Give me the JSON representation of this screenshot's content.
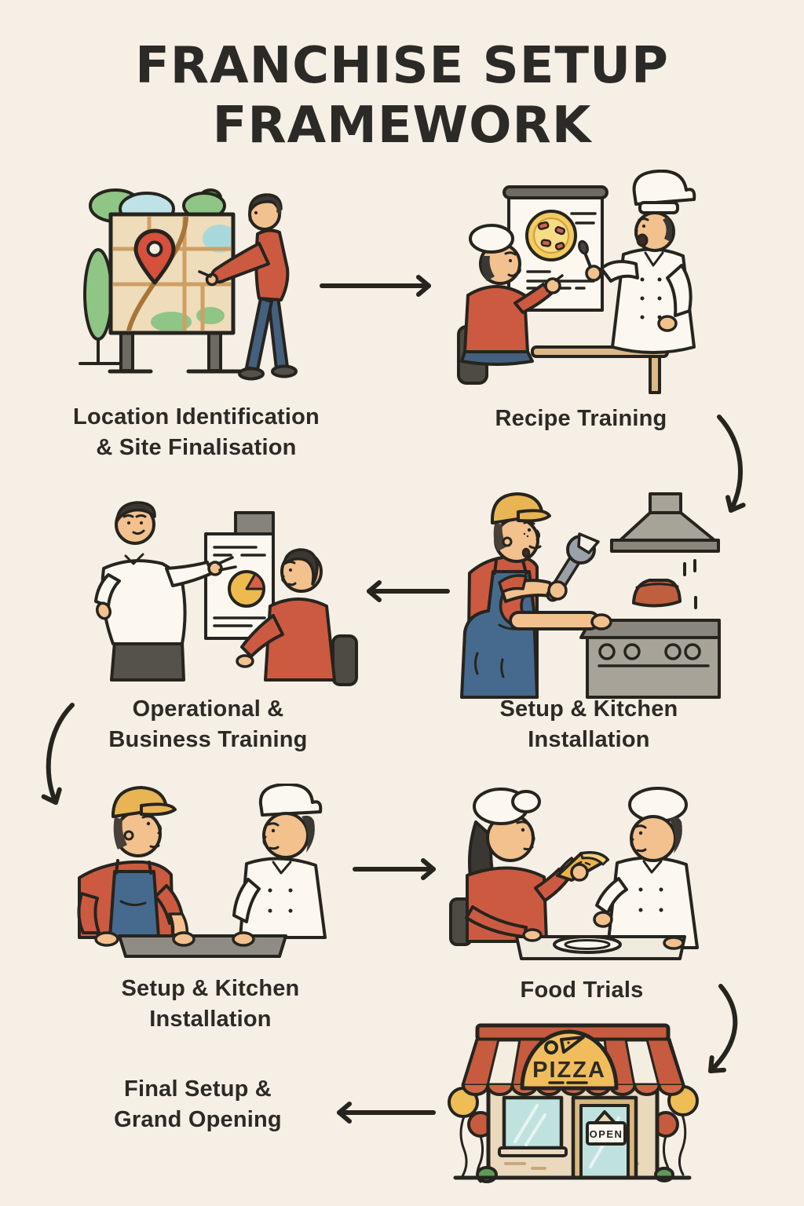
{
  "canvas": {
    "background": "#f6efe5",
    "ink": "#26241f"
  },
  "title": {
    "lines": [
      "FRANCHISE SETUP",
      "FRAMEWORK"
    ]
  },
  "steps": [
    {
      "id": "location-identification",
      "order": 1,
      "lines": [
        "Location Identification",
        "& Site Finalisation"
      ],
      "illustration": "man-pointing-at-map-board-with-location-pin"
    },
    {
      "id": "recipe-training",
      "order": 2,
      "lines": [
        "Recipe Training"
      ],
      "illustration": "chef-pointing-spoon-at-pizza-recipe-poster-with-seated-trainee"
    },
    {
      "id": "setup-kitchen-installation",
      "order": 3,
      "lines": [
        "Setup & Kitchen",
        "Installation"
      ],
      "illustration": "worker-with-wrench-installing-stove-under-extractor-hood"
    },
    {
      "id": "operational-business-training",
      "order": 4,
      "lines": [
        "Operational &",
        "Business Training"
      ],
      "illustration": "presenter-showing-pie-chart-flipchart-to-seated-trainee"
    },
    {
      "id": "setup-kitchen-installation-2",
      "order": 5,
      "lines": [
        "Setup & Kitchen",
        "Installation"
      ],
      "illustration": "worker-and-chef-carrying-counter-tray"
    },
    {
      "id": "food-trials",
      "order": 6,
      "lines": [
        "Food Trials"
      ],
      "illustration": "woman-tasting-pizza-slice-with-chef-at-table"
    },
    {
      "id": "final-setup-grand-opening",
      "order": 7,
      "lines": [
        "Final Setup &",
        "Grand Opening"
      ],
      "illustration": "pizza-storefront-with-awning-balloons-and-open-sign"
    }
  ],
  "storefront": {
    "awning_sign": "PIZZA",
    "door_sign": "OPEN"
  },
  "flow_arrows": [
    {
      "from": "location-identification",
      "to": "recipe-training",
      "shape": "straight-right"
    },
    {
      "from": "recipe-training",
      "to": "setup-kitchen-installation",
      "shape": "curved-down-right"
    },
    {
      "from": "setup-kitchen-installation",
      "to": "operational-business-training",
      "shape": "straight-left"
    },
    {
      "from": "operational-business-training",
      "to": "setup-kitchen-installation-2",
      "shape": "curved-down-left"
    },
    {
      "from": "setup-kitchen-installation-2",
      "to": "food-trials",
      "shape": "straight-right"
    },
    {
      "from": "food-trials",
      "to": "final-setup-grand-opening",
      "shape": "curved-down-right"
    },
    {
      "from": "final-setup-grand-opening",
      "to": "final-setup-grand-opening-label",
      "shape": "straight-left"
    }
  ],
  "palette": {
    "ink": "#26241f",
    "red": "#c75b3f",
    "shirt_red": "#cc5a41",
    "cap_yellow": "#e9b453",
    "arch_yellow": "#f1bd5c",
    "overall_blue": "#466a8d",
    "pants_blue": "#44607e",
    "green": "#8fc585",
    "sky_blue": "#bfe2e6",
    "cream": "#fcf8f0",
    "wood": "#dcb988",
    "appliance_gray": "#a8a399",
    "skin": "#f2c18e",
    "map_beige": "#eedcba",
    "pin_red": "#d6503c"
  }
}
